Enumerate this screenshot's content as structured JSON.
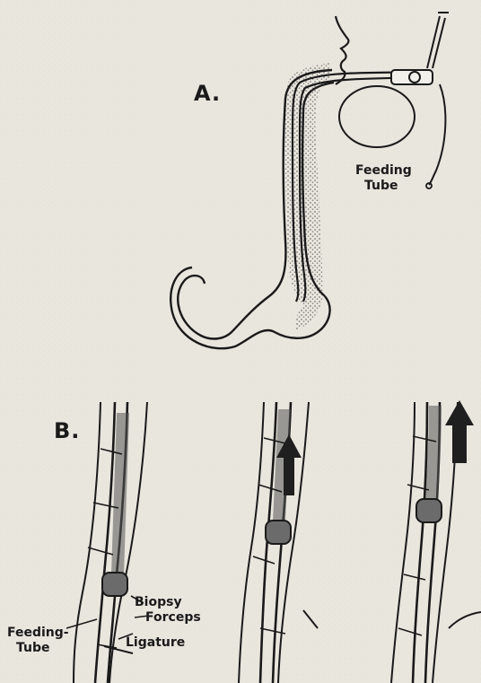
{
  "figure": {
    "panel_a": {
      "letter": "A.",
      "tube_label_line1": "Feeding",
      "tube_label_line2": "Tube"
    },
    "panel_b": {
      "letter": "B.",
      "feeding_tube_line1": "Feeding-",
      "feeding_tube_line2": "Tube",
      "biopsy_line1": "Biopsy",
      "biopsy_line2": "Forceps",
      "ligature": "Ligature"
    }
  }
}
